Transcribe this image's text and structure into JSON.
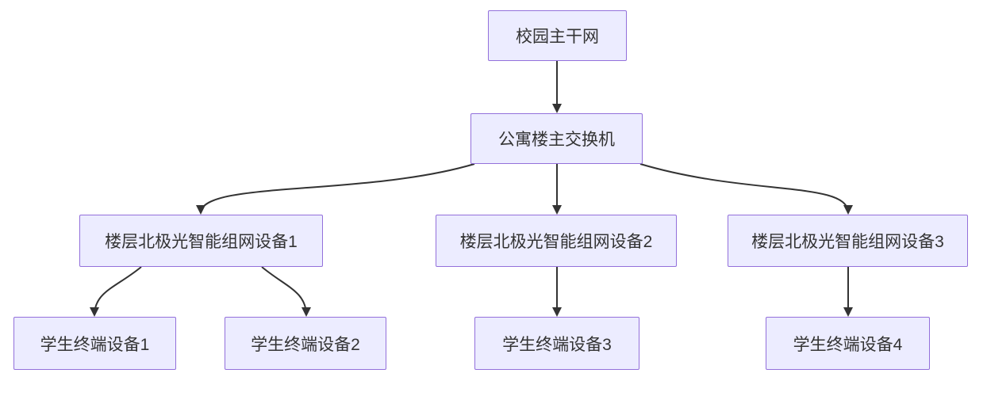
{
  "diagram": {
    "type": "flowchart-top-down",
    "nodes": {
      "root": {
        "label": "校园主干网"
      },
      "switch": {
        "label": "公寓楼主交换机"
      },
      "floor1": {
        "label": "楼层北极光智能组网设备1"
      },
      "floor2": {
        "label": "楼层北极光智能组网设备2"
      },
      "floor3": {
        "label": "楼层北极光智能组网设备3"
      },
      "student1": {
        "label": "学生终端设备1"
      },
      "student2": {
        "label": "学生终端设备2"
      },
      "student3": {
        "label": "学生终端设备3"
      },
      "student4": {
        "label": "学生终端设备4"
      }
    },
    "edges": [
      {
        "from": "校园主干网",
        "to": "公寓楼主交换机"
      },
      {
        "from": "公寓楼主交换机",
        "to": "楼层北极光智能组网设备1"
      },
      {
        "from": "公寓楼主交换机",
        "to": "楼层北极光智能组网设备2"
      },
      {
        "from": "公寓楼主交换机",
        "to": "楼层北极光智能组网设备3"
      },
      {
        "from": "楼层北极光智能组网设备1",
        "to": "学生终端设备1"
      },
      {
        "from": "楼层北极光智能组网设备1",
        "to": "学生终端设备2"
      },
      {
        "from": "楼层北极光智能组网设备2",
        "to": "学生终端设备3"
      },
      {
        "from": "楼层北极光智能组网设备3",
        "to": "学生终端设备4"
      }
    ],
    "colors": {
      "node_fill": "#ECECFF",
      "node_border": "#9370DB",
      "edge": "#333333",
      "text": "#333333",
      "background": "#FFFFFF"
    }
  }
}
